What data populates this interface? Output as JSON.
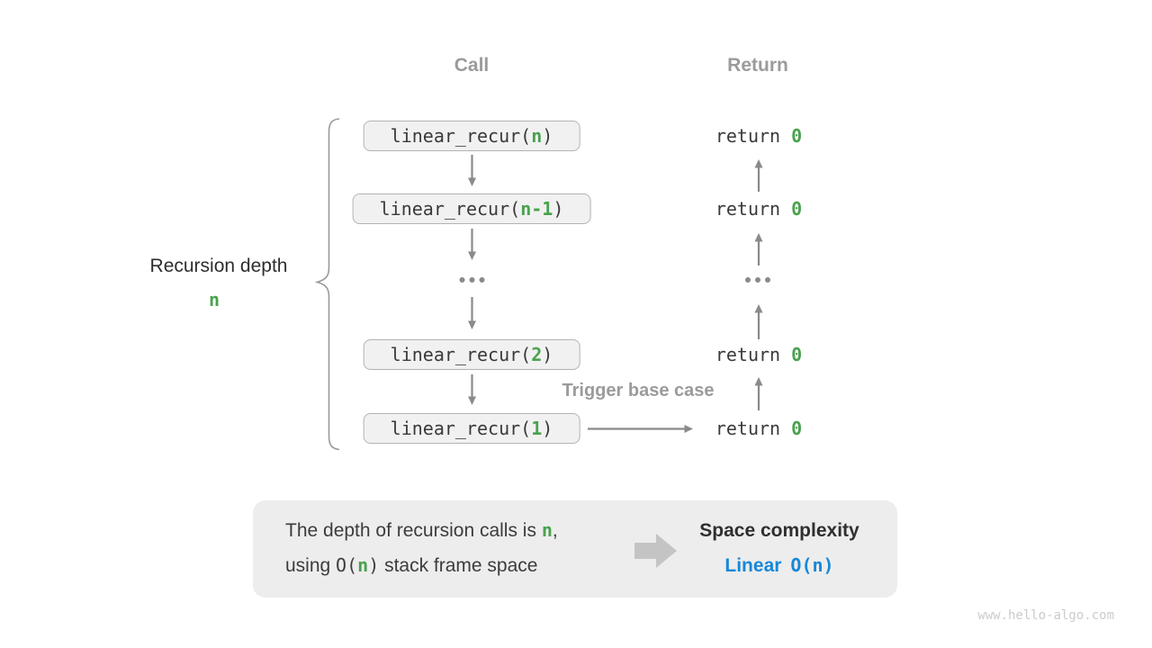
{
  "header": {
    "call": "Call",
    "return": "Return"
  },
  "stack": {
    "rows": [
      {
        "type": "frame",
        "call": {
          "pre": "linear_recur(",
          "arg": "n",
          "post": ")"
        },
        "ret": {
          "pre": "return ",
          "val": "0"
        }
      },
      {
        "type": "frame",
        "call": {
          "pre": "linear_recur(",
          "arg": "n-1",
          "post": ")"
        },
        "ret": {
          "pre": "return ",
          "val": "0"
        }
      },
      {
        "type": "ellipsis",
        "symbol": "..."
      },
      {
        "type": "frame",
        "call": {
          "pre": "linear_recur(",
          "arg": "2",
          "post": ")"
        },
        "ret": {
          "pre": "return ",
          "val": "0"
        }
      },
      {
        "type": "frame",
        "call": {
          "pre": "linear_recur(",
          "arg": "1",
          "post": ")"
        },
        "ret": {
          "pre": "return ",
          "val": "0"
        }
      }
    ],
    "trigger_label": "Trigger base case"
  },
  "depth_label": {
    "text": "Recursion depth",
    "value": "n"
  },
  "summary": {
    "line1": {
      "pre": "The depth of recursion calls is ",
      "n": "n",
      "post": ","
    },
    "line2": {
      "pre": "using ",
      "o_open": "O(",
      "n": "n",
      "o_close": ")",
      "post": " stack frame space"
    },
    "title": "Space complexity",
    "complexity": {
      "label": "Linear",
      "value": "O(n)"
    }
  },
  "watermark": "www.hello-algo.com",
  "colors": {
    "green": "#4AA24F",
    "blue": "#1787D9",
    "arrow": "#8A8A8A",
    "label-gray": "#9B9B9B"
  }
}
